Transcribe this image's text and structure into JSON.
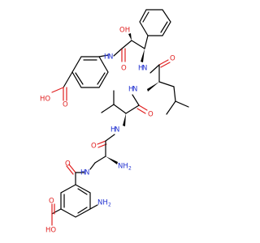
{
  "atoms": {
    "acid_top": "HO",
    "oh_top": "O",
    "nh_anilide": "N",
    "h_anilide": "H",
    "oh_hydroxy": "OH",
    "o_amide1": "O",
    "nh_phe": "N",
    "h_phe": "H",
    "o_leu": "O",
    "nh_leu": "N",
    "h_leu": "H",
    "o_val": "O",
    "nh_val": "N",
    "h_val": "H",
    "amine": "NH",
    "amine_sub": "2",
    "o_dap": "O",
    "nh_dap": "N",
    "h_dap": "H",
    "o_benzamide": "O",
    "acid_bottom_o": "O",
    "acid_bottom": "HO",
    "amine_bottom": "NH",
    "amine_bottom_sub": "2"
  },
  "colors": {
    "bond": "#000000",
    "oxygen": "#e02020",
    "nitrogen": "#2030d0"
  }
}
